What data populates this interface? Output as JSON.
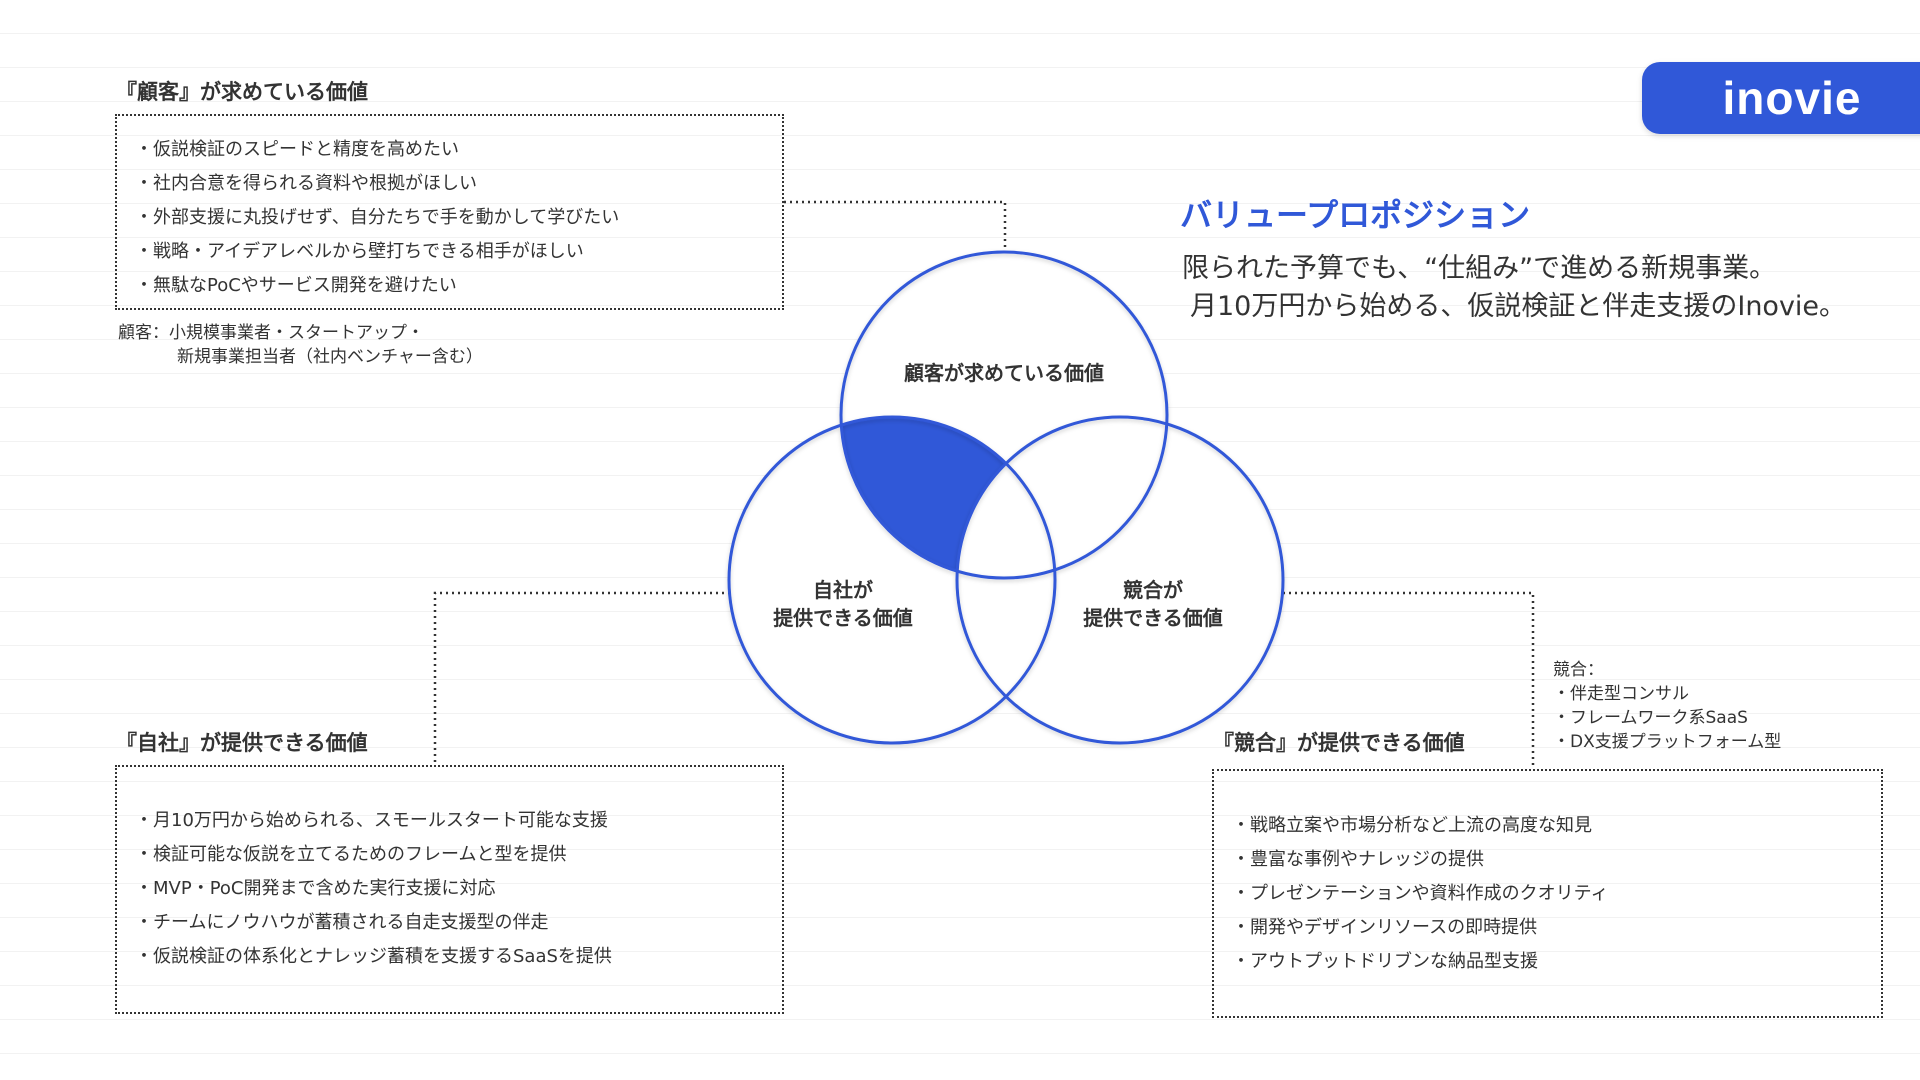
{
  "logo": "inovie",
  "value_proposition": {
    "title": "バリュープロポジション",
    "line1": "限られた予算でも、“仕組み”で進める新規事業。",
    "line2": "月10万円から始める、仮説検証と伴走支援のInovie。"
  },
  "customer": {
    "heading": "『顧客』が求めている価値",
    "items": [
      "・仮説検証のスピードと精度を高めたい",
      "・社内合意を得られる資料や根拠がほしい",
      "・外部支援に丸投げせず、自分たちで手を動かして学びたい",
      "・戦略・アイデアレベルから壁打ちできる相手がほしい",
      "・無駄なPoCやサービス開発を避けたい"
    ],
    "note_line1": "顧客：小規模事業者・スタートアップ・",
    "note_line2": "新規事業担当者（社内ベンチャー含む）"
  },
  "company": {
    "heading": "『自社』が提供できる価値",
    "items": [
      "・月10万円から始められる、スモールスタート可能な支援",
      "・検証可能な仮説を立てるためのフレームと型を提供",
      "・MVP・PoC開発まで含めた実行支援に対応",
      "・チームにノウハウが蓄積される自走支援型の伴走",
      "・仮説検証の体系化とナレッジ蓄積を支援するSaaSを提供"
    ]
  },
  "competitor": {
    "heading": "『競合』が提供できる価値",
    "items": [
      "・戦略立案や市場分析など上流の高度な知見",
      "・豊富な事例やナレッジの提供",
      "・プレゼンテーションや資料作成のクオリティ",
      "・開発やデザインリソースの即時提供",
      "・アウトプットドリブンな納品型支援"
    ],
    "note_title": "競合：",
    "note_items": [
      "・伴走型コンサル",
      "・フレームワーク系SaaS",
      "・DX支援プラットフォーム型"
    ]
  },
  "venn": {
    "top_label": "顧客が求めている価値",
    "left_label_1": "自社が",
    "left_label_2": "提供できる価値",
    "right_label_1": "競合が",
    "right_label_2": "提供できる価値"
  },
  "colors": {
    "accent": "#3058d8",
    "text": "#333333"
  }
}
